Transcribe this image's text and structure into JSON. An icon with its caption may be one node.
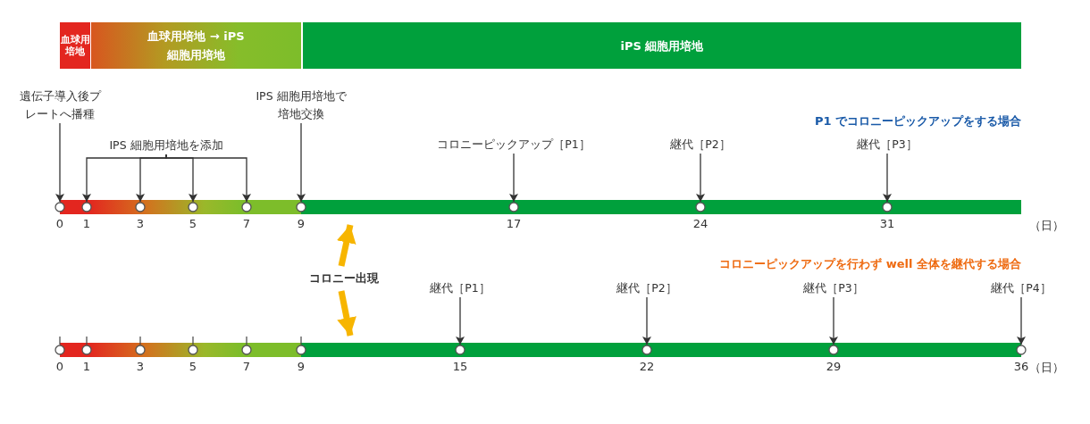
{
  "diagram": {
    "nodes": [
      {
        "text": [
          "血球用培地"
        ]
      },
      {
        "text": [
          "血球用培地 → iPS 細胞用培地"
        ]
      },
      {
        "text": [
          "iPS 細胞用培地"
        ]
      },
      {
        "text": [
          "遺伝子導入後プレートへ播種"
        ]
      },
      {
        "text": [
          "IPS 細胞用培地を添加"
        ]
      },
      {
        "text": [
          "IPS 細胞用培地で培地交換"
        ]
      },
      {
        "text": [
          "コロニーピックアップ［P1］"
        ]
      },
      {
        "text": [
          "継代［P2］"
        ]
      },
      {
        "text": [
          "継代［P3］"
        ]
      },
      {
        "text": [],
        "shape": "circle",
        "beside": [
          "0"
        ]
      },
      {
        "text": [],
        "shape": "circle",
        "beside": [
          "1"
        ]
      },
      {
        "text": [],
        "shape": "circle",
        "beside": [
          "3"
        ]
      },
      {
        "text": [],
        "shape": "circle",
        "beside": [
          "5"
        ]
      },
      {
        "text": [],
        "shape": "circle",
        "beside": [
          "7"
        ]
      },
      {
        "text": [],
        "shape": "circle",
        "beside": [
          "9"
        ]
      },
      {
        "text": [],
        "shape": "circle",
        "beside": [
          "17"
        ]
      },
      {
        "text": [],
        "shape": "circle",
        "beside": [
          "24"
        ]
      },
      {
        "text": [],
        "shape": "circle",
        "beside": [
          "31"
        ]
      },
      {
        "text": [
          "継代［P1］"
        ]
      },
      {
        "text": [
          "継代［P2］"
        ]
      },
      {
        "text": [
          "継代［P3］"
        ]
      },
      {
        "text": [
          "継代［P4］"
        ]
      },
      {
        "text": [],
        "shape": "circle",
        "beside": [
          "0"
        ]
      },
      {
        "text": [],
        "shape": "circle",
        "beside": [
          "1"
        ]
      },
      {
        "text": [],
        "shape": "circle",
        "beside": [
          "3"
        ]
      },
      {
        "text": [],
        "shape": "circle",
        "beside": [
          "5"
        ]
      },
      {
        "text": [],
        "shape": "circle",
        "beside": [
          "7"
        ]
      },
      {
        "text": [],
        "shape": "circle",
        "beside": [
          "9"
        ]
      },
      {
        "text": [],
        "shape": "circle",
        "beside": [
          "15"
        ]
      },
      {
        "text": [],
        "shape": "circle",
        "beside": [
          "22"
        ]
      },
      {
        "text": [],
        "shape": "circle",
        "beside": [
          "29"
        ]
      },
      {
        "text": [],
        "shape": "circle",
        "beside": [
          "36"
        ]
      },
      {
        "text": [
          "コロニー出現"
        ]
      }
    ],
    "edges": [
      {
        "from": 3,
        "to": 9,
        "arrow": "to"
      },
      {
        "from": 4,
        "to": 10,
        "arrow": "to"
      },
      {
        "from": 4,
        "to": 11,
        "arrow": "to"
      },
      {
        "from": 4,
        "to": 12,
        "arrow": "to"
      },
      {
        "from": 4,
        "to": 13,
        "arrow": "to"
      },
      {
        "from": 5,
        "to": 14,
        "arrow": "to"
      },
      {
        "from": 6,
        "to": 15,
        "arrow": "to"
      },
      {
        "from": 7,
        "to": 16,
        "arrow": "to"
      },
      {
        "from": 8,
        "to": 17,
        "arrow": "to"
      },
      {
        "from": 18,
        "to": 28,
        "arrow": "to"
      },
      {
        "from": 19,
        "to": 29,
        "arrow": "to"
      },
      {
        "from": 20,
        "to": 30,
        "arrow": "to"
      },
      {
        "from": 21,
        "to": 31,
        "arrow": "to"
      },
      {
        "from": 32,
        "to": null,
        "arrow": "to",
        "style": "thick",
        "color": "#f7b500"
      },
      {
        "from": 32,
        "to": null,
        "arrow": "to",
        "style": "thick",
        "color": "#f7b500"
      }
    ],
    "labels": [
      "P1 でコロニーピックアップをする場合",
      "コロニーピックアップを行わず well 全体を継代する場合",
      "（日）",
      "（日）"
    ]
  }
}
